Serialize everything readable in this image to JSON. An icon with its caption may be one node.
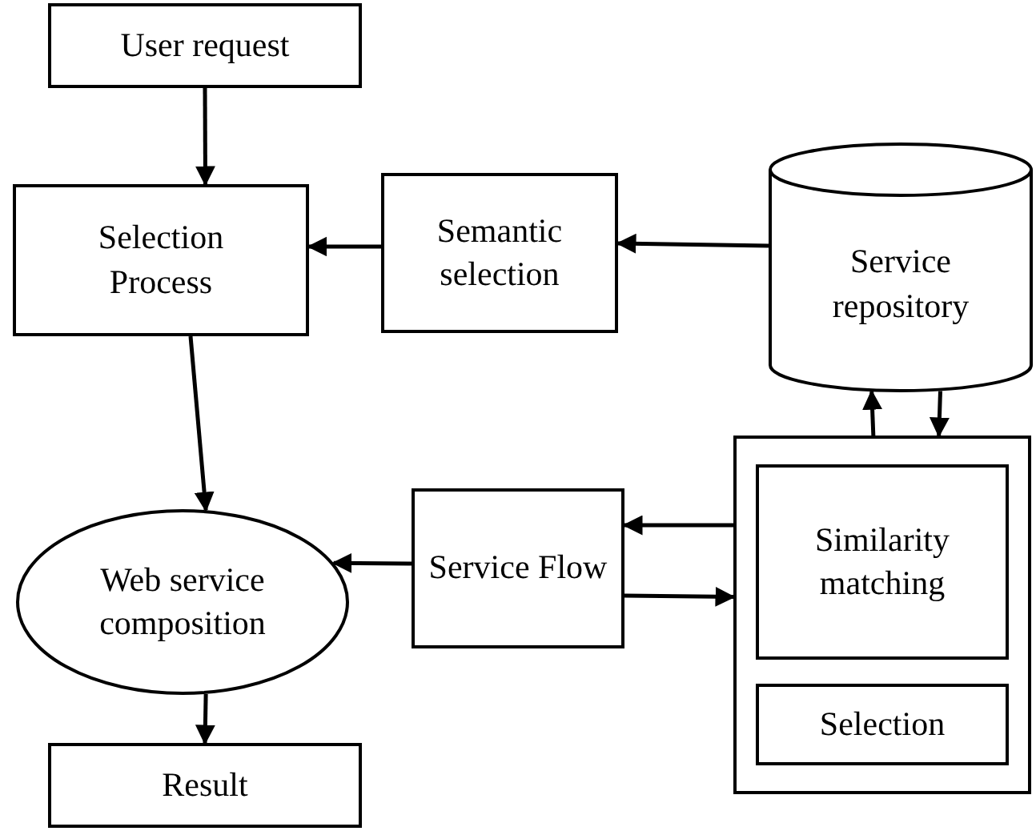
{
  "diagram": {
    "nodes": [
      {
        "text": [
          "User request"
        ]
      },
      {
        "text": [
          "Selection Process"
        ]
      },
      {
        "text": [
          "Semantic selection"
        ]
      },
      {
        "text": [
          "Service repository"
        ]
      },
      {
        "text": [],
        "shape": "box"
      },
      {
        "text": [
          "Similarity matching"
        ],
        "in": 4
      },
      {
        "text": [
          "Selection"
        ],
        "in": 4
      },
      {
        "text": [
          "Web service composition"
        ]
      },
      {
        "text": [
          "Service Flow"
        ]
      },
      {
        "text": [
          "Result"
        ]
      }
    ],
    "edges": [
      {
        "from": 0,
        "to": 1,
        "arrow": "to"
      },
      {
        "from": 2,
        "to": 1,
        "arrow": "to"
      },
      {
        "from": 3,
        "to": 2,
        "arrow": "to"
      },
      {
        "from": 4,
        "to": 3,
        "arrow": "to"
      },
      {
        "from": 3,
        "to": 4,
        "arrow": "to"
      },
      {
        "from": 1,
        "to": 7,
        "arrow": "to"
      },
      {
        "from": 4,
        "to": 8,
        "arrow": "to"
      },
      {
        "from": 8,
        "to": 4,
        "arrow": "to"
      },
      {
        "from": 8,
        "to": 7,
        "arrow": "to"
      },
      {
        "from": 7,
        "to": 9,
        "arrow": "to"
      }
    ]
  }
}
